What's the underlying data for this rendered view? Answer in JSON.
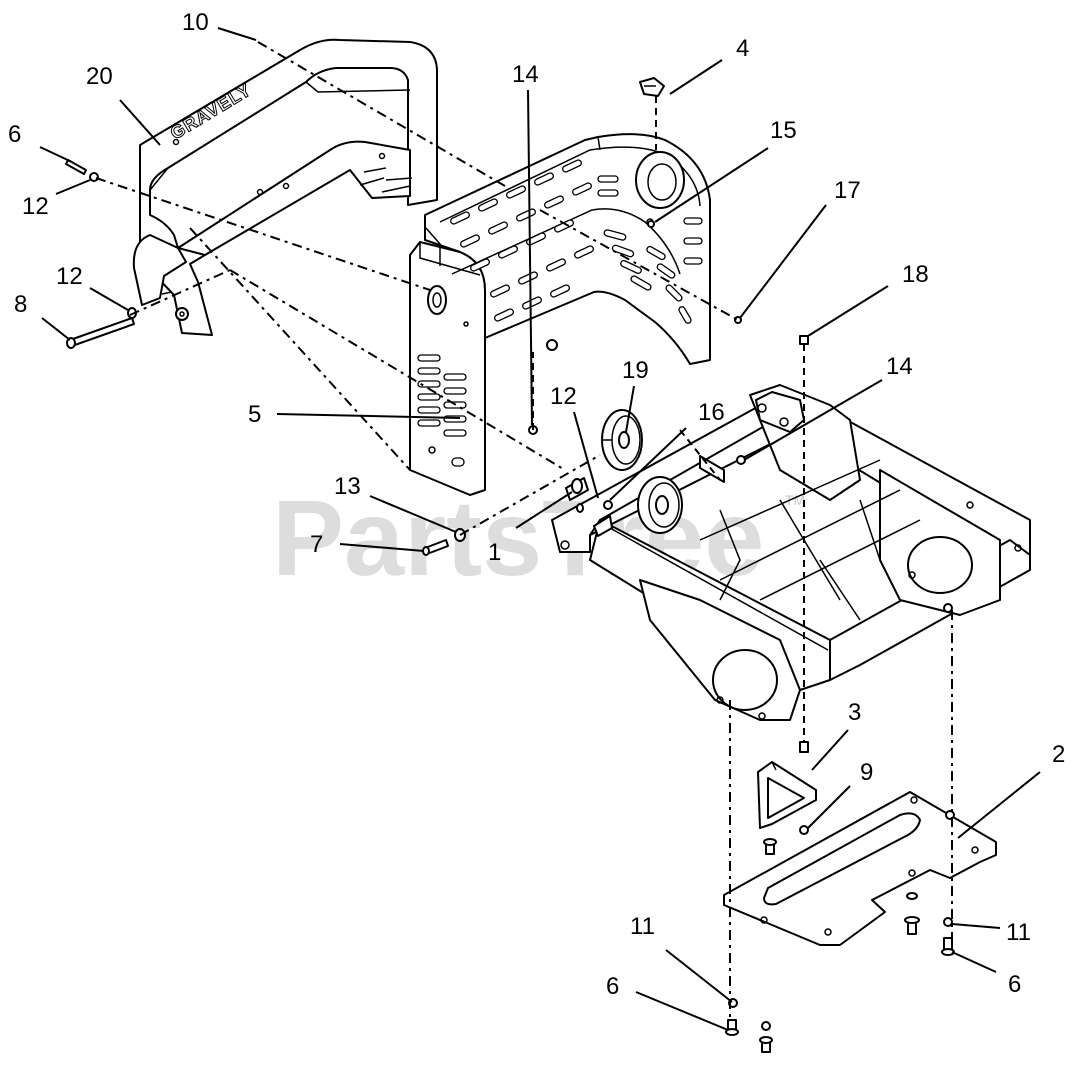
{
  "diagram": {
    "watermark": "PartsTree",
    "watermark_tm": "TM",
    "guard_brand": "GRAVELY",
    "callouts": [
      {
        "id": "c10",
        "label": "10"
      },
      {
        "id": "c20",
        "label": "20"
      },
      {
        "id": "c6a",
        "label": "6"
      },
      {
        "id": "c12a",
        "label": "12"
      },
      {
        "id": "c12b",
        "label": "12"
      },
      {
        "id": "c8",
        "label": "8"
      },
      {
        "id": "c14a",
        "label": "14"
      },
      {
        "id": "c4",
        "label": "4"
      },
      {
        "id": "c15",
        "label": "15"
      },
      {
        "id": "c17",
        "label": "17"
      },
      {
        "id": "c18",
        "label": "18"
      },
      {
        "id": "c14b",
        "label": "14"
      },
      {
        "id": "c5",
        "label": "5"
      },
      {
        "id": "c19",
        "label": "19"
      },
      {
        "id": "c12c",
        "label": "12"
      },
      {
        "id": "c16",
        "label": "16"
      },
      {
        "id": "c13",
        "label": "13"
      },
      {
        "id": "c7",
        "label": "7"
      },
      {
        "id": "c1",
        "label": "1"
      },
      {
        "id": "c3",
        "label": "3"
      },
      {
        "id": "c2",
        "label": "2"
      },
      {
        "id": "c9",
        "label": "9"
      },
      {
        "id": "c11a",
        "label": "11"
      },
      {
        "id": "c11b",
        "label": "11"
      },
      {
        "id": "c6b",
        "label": "6"
      },
      {
        "id": "c6c",
        "label": "6"
      }
    ]
  }
}
